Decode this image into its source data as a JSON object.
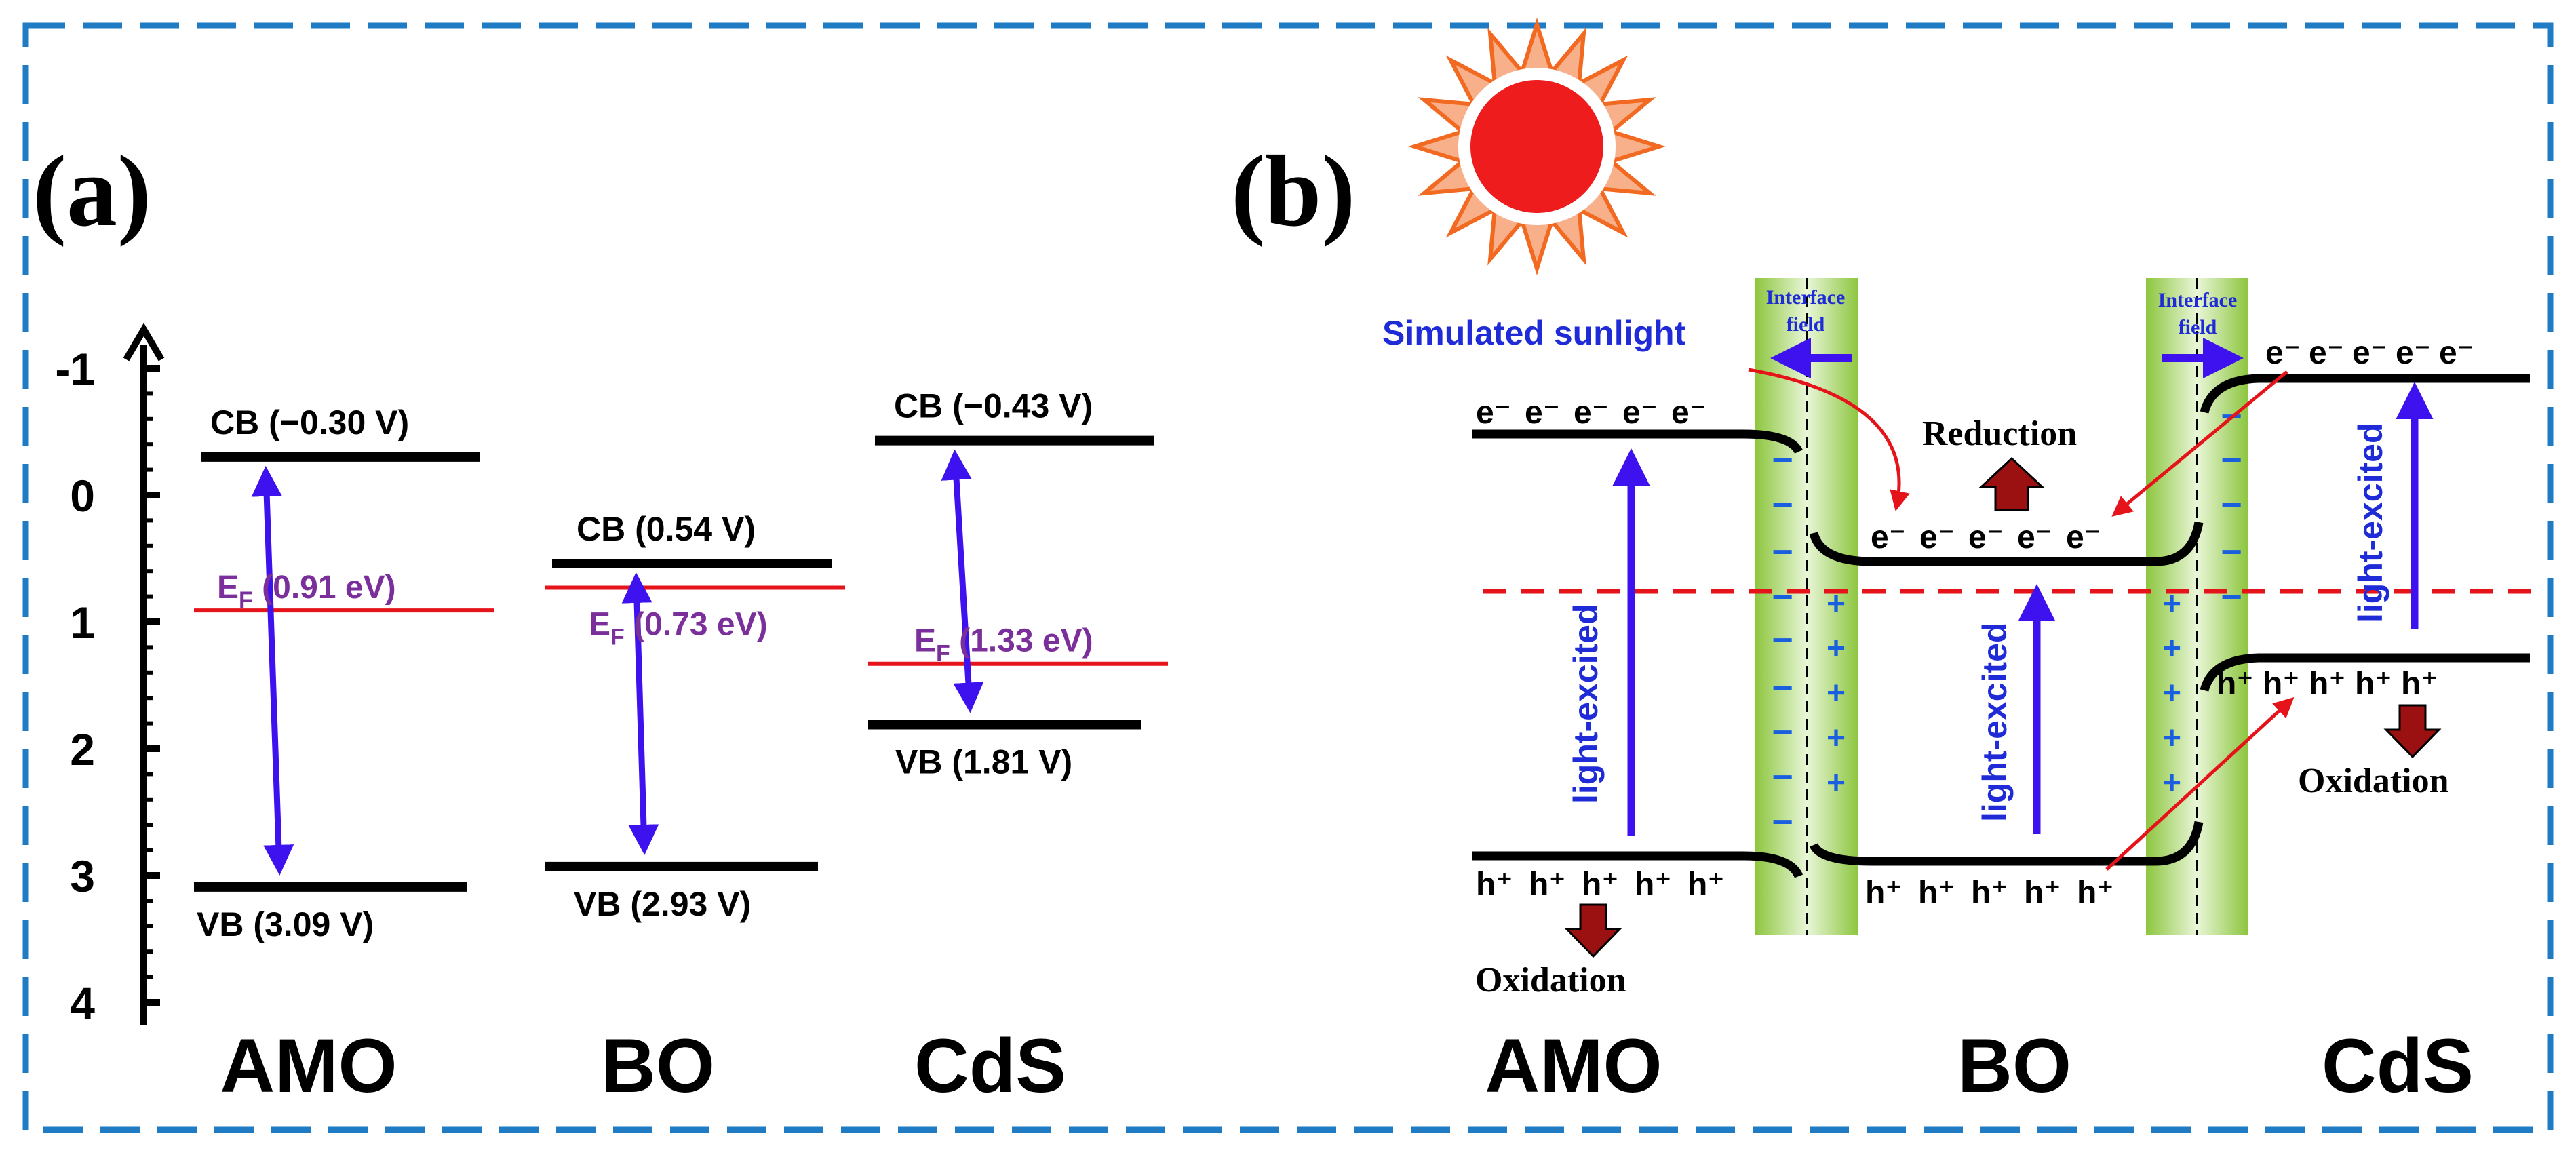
{
  "colors": {
    "frame": "#1e7bc4",
    "band_line": "#000000",
    "fermi_line": "#e5141b",
    "fermi_text": "#7a2f9b",
    "arrow_blue": "#3d12ee",
    "arrow_red": "#e5141b",
    "interface_green": "#8dc63f",
    "interface_green_light": "#e3f3cf",
    "dark_red_arrow": "#9b1111",
    "sun_outer": "#f26a22",
    "sun_core": "#ee1c1c",
    "label_blue": "#1f2bd6",
    "sign_blue": "#1a5fe0"
  },
  "panel_a": {
    "label": "(a)",
    "axis_ticks": [
      "-1",
      "0",
      "1",
      "2",
      "3",
      "4"
    ],
    "materials": [
      {
        "name": "AMO",
        "cb_label": "CB (−0.30 V)",
        "vb_label": "VB (3.09 V)",
        "ef_prefix": "E",
        "ef_sub": "F",
        "ef_value": "(0.91 eV)",
        "cb": -0.3,
        "vb": 3.09,
        "ef": 0.91
      },
      {
        "name": "BO",
        "cb_label": "CB (0.54 V)",
        "vb_label": "VB (2.93 V)",
        "ef_prefix": "E",
        "ef_sub": "F",
        "ef_value": "(0.73 eV)",
        "cb": 0.54,
        "vb": 2.93,
        "ef": 0.73
      },
      {
        "name": "CdS",
        "cb_label": "CB (−0.43 V)",
        "vb_label": "VB (1.81 V)",
        "ef_prefix": "E",
        "ef_sub": "F",
        "ef_value": "(1.33 eV)",
        "cb": -0.43,
        "vb": 1.81,
        "ef": 1.33
      }
    ]
  },
  "panel_b": {
    "label": "(b)",
    "sunlight_label": "Simulated sunlight",
    "interface_label_1": "Interface",
    "interface_label_2": "field",
    "reduction_label": "Reduction",
    "oxidation_label": "Oxidation",
    "light_excited_label": "light-excited",
    "electron": "e⁻",
    "hole": "h⁺",
    "minus_sign": "−",
    "plus_sign": "+",
    "materials": [
      "AMO",
      "BO",
      "CdS"
    ]
  }
}
